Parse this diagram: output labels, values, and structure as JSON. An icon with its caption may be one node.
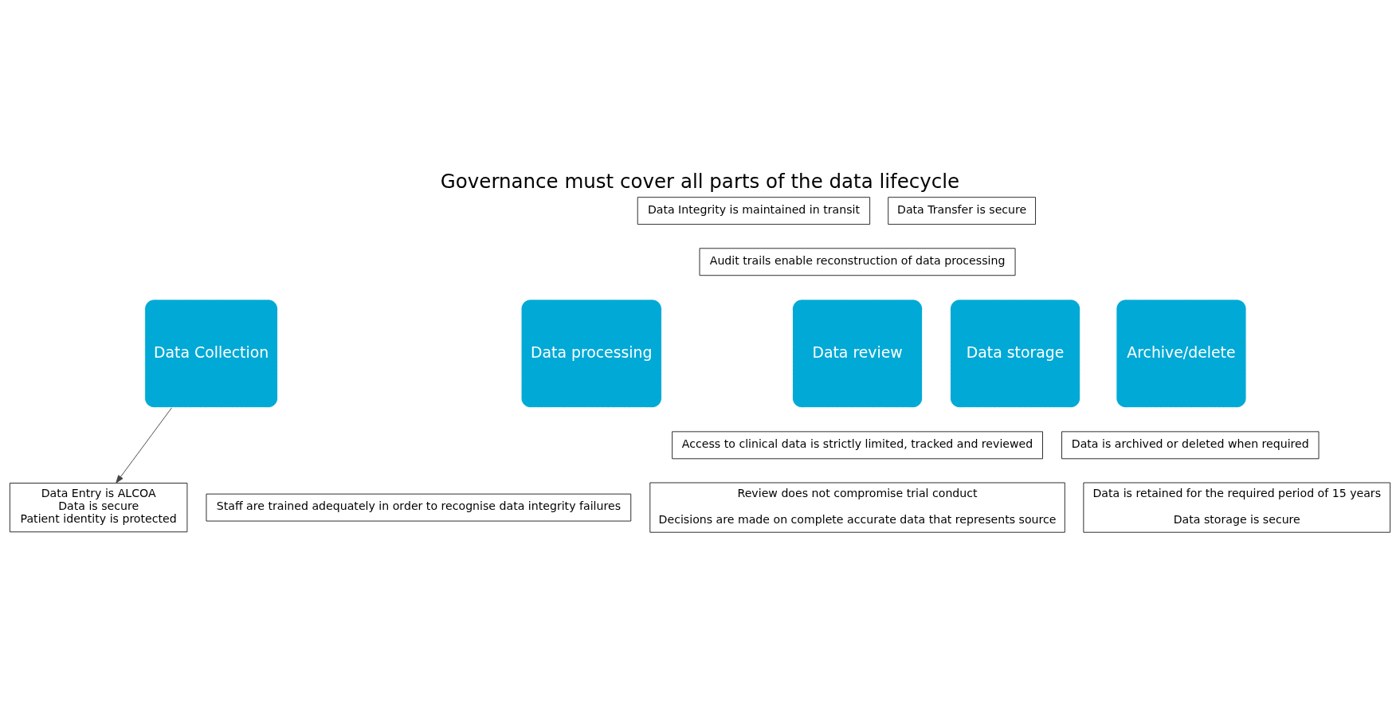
{
  "diagram": {
    "title": "Governance must cover all parts of the data lifecycle",
    "nodes": [
      {
        "text": [
          "Data Integrity is maintained in transit"
        ]
      },
      {
        "text": [
          "Data Transfer is secure"
        ]
      },
      {
        "text": [
          "Audit trails enable reconstruction of data processing"
        ]
      },
      {
        "text": [
          "Data Collection"
        ]
      },
      {
        "text": [
          "Data processing"
        ]
      },
      {
        "text": [
          "Data review"
        ]
      },
      {
        "text": [
          "Data storage"
        ]
      },
      {
        "text": [
          "Archive/delete"
        ]
      },
      {
        "text": [
          "Access to clinical data is strictly limited, tracked and reviewed"
        ]
      },
      {
        "text": [
          "Data is archived or deleted when required"
        ]
      },
      {
        "text": [
          "Data Entry is ALCOA",
          "Data is secure",
          "Patient identity is protected"
        ]
      },
      {
        "text": [
          "Staff are trained adequately in order to recognise data integrity failures"
        ]
      },
      {
        "text": [
          "Review does not compromise trial conduct",
          "Decisions are made on complete accurate data that represents source"
        ]
      },
      {
        "text": [
          "Data is retained for the required period of 15 years",
          "Data storage is secure"
        ]
      }
    ],
    "edges": [
      {
        "from": 3,
        "to": 10,
        "arrow": "to"
      }
    ]
  }
}
